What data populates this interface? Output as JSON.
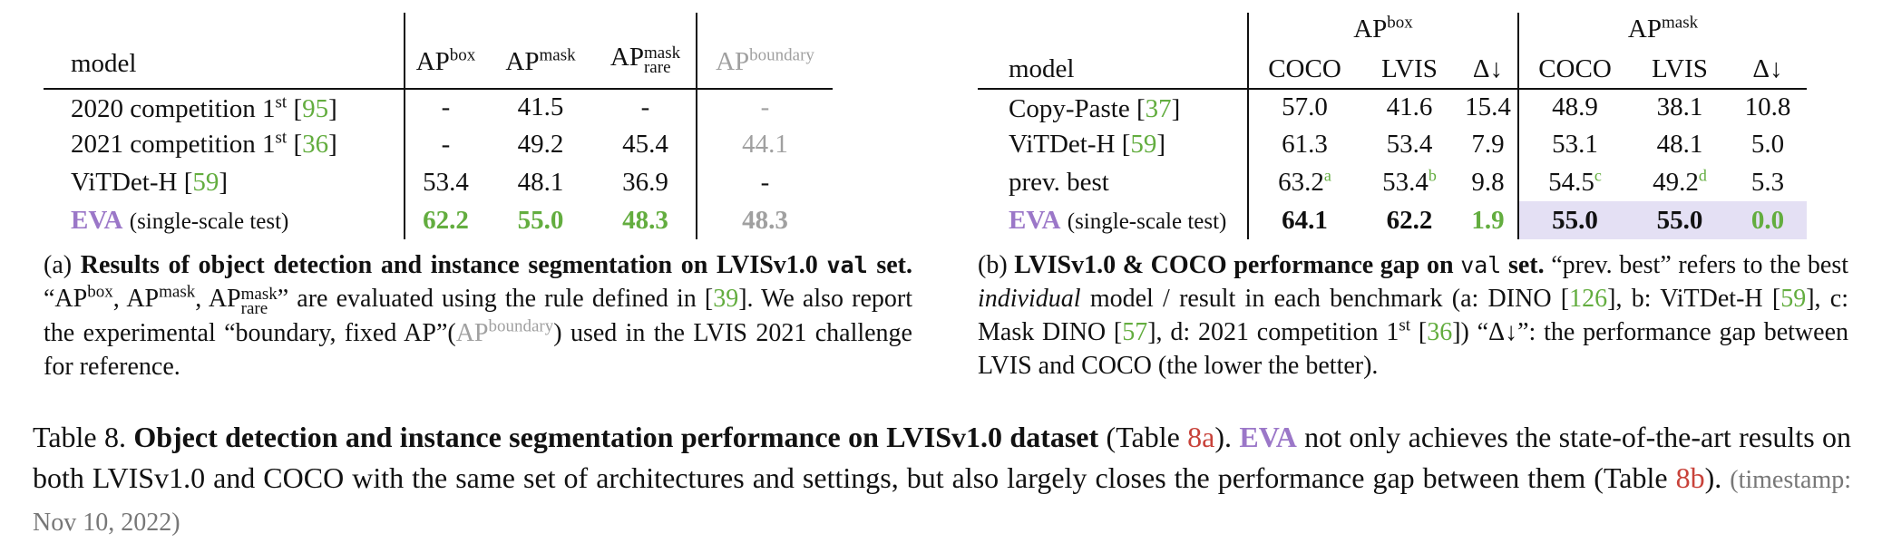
{
  "table_a": {
    "header": {
      "model": "model",
      "ap": "AP",
      "box": "box",
      "mask": "mask",
      "rare": "rare",
      "boundary": "boundary"
    },
    "rows": [
      {
        "model": "2020 competition 1",
        "sup": "st",
        "ref": "95",
        "ap_box": "-",
        "ap_mask": "41.5",
        "ap_rare": "-",
        "ap_boundary": "-"
      },
      {
        "model": "2021 competition 1",
        "sup": "st",
        "ref": "36",
        "ap_box": "-",
        "ap_mask": "49.2",
        "ap_rare": "45.4",
        "ap_boundary": "44.1"
      },
      {
        "model": "ViTDet-H",
        "sup": "",
        "ref": "59",
        "ap_box": "53.4",
        "ap_mask": "48.1",
        "ap_rare": "36.9",
        "ap_boundary": "-"
      }
    ],
    "eva": {
      "name": "EVA",
      "note": "(single-scale test)",
      "ap_box": "62.2",
      "ap_mask": "55.0",
      "ap_rare": "48.3",
      "ap_boundary": "48.3"
    },
    "caption": {
      "label": "(a)",
      "title": "Results of object detection and instance segmentation on LVISv1.0",
      "code": "val",
      "title_end": "set.",
      "t1": "“AP",
      "t2": ", AP",
      "t3": ", AP",
      "t4": "” are evaluated using the rule defined in [",
      "ref1": "39",
      "t5": "]. We also report the experimental “boundary, fixed AP”(",
      "t6": ") used in the LVIS 2021 challenge for reference."
    }
  },
  "table_b": {
    "header": {
      "model": "model",
      "ap": "AP",
      "box": "box",
      "mask": "mask",
      "coco": "COCO",
      "lvis": "LVIS",
      "delta": "Δ↓"
    },
    "rows": [
      {
        "model": "Copy-Paste",
        "ref": "37",
        "box_coco": "57.0",
        "box_coco_sup": "",
        "box_lvis": "41.6",
        "box_lvis_sup": "",
        "box_delta": "15.4",
        "mask_coco": "48.9",
        "mask_coco_sup": "",
        "mask_lvis": "38.1",
        "mask_lvis_sup": "",
        "mask_delta": "10.8"
      },
      {
        "model": "ViTDet-H",
        "ref": "59",
        "box_coco": "61.3",
        "box_coco_sup": "",
        "box_lvis": "53.4",
        "box_lvis_sup": "",
        "box_delta": "7.9",
        "mask_coco": "53.1",
        "mask_coco_sup": "",
        "mask_lvis": "48.1",
        "mask_lvis_sup": "",
        "mask_delta": "5.0"
      },
      {
        "model": "prev. best",
        "ref": "",
        "box_coco": "63.2",
        "box_coco_sup": "a",
        "box_lvis": "53.4",
        "box_lvis_sup": "b",
        "box_delta": "9.8",
        "mask_coco": "54.5",
        "mask_coco_sup": "c",
        "mask_lvis": "49.2",
        "mask_lvis_sup": "d",
        "mask_delta": "5.3"
      }
    ],
    "eva": {
      "name": "EVA",
      "note": "(single-scale test)",
      "box_coco": "64.1",
      "box_lvis": "62.2",
      "box_delta": "1.9",
      "mask_coco": "55.0",
      "mask_lvis": "55.0",
      "mask_delta": "0.0"
    },
    "caption": {
      "label": "(b)",
      "title": "LVISv1.0 & COCO performance gap on",
      "code": "val",
      "title_end": "set.",
      "t1": "“prev. best” refers to the best",
      "t2": "individual",
      "t3": "model / result in each benchmark (a: DINO [",
      "ref1": "126",
      "t4": "], b: ViTDet-H [",
      "ref2": "59",
      "t5": "], c: Mask DINO [",
      "ref3": "57",
      "t6": "], d: 2021 competition 1",
      "sup": "st",
      "t7": "[",
      "ref4": "36",
      "t8": "]) “Δ↓”: the performance gap between LVIS and COCO (the lower the better)."
    }
  },
  "table_caption": {
    "label": "Table 8.",
    "title": "Object detection and instance segmentation performance on LVISv1.0 dataset",
    "t1": "(Table",
    "ref_a": "8a",
    "t2": ").",
    "eva": "EVA",
    "t3": "not only achieves the state-of-the-art results on both LVISv1.0 and COCO with the same set of architectures and settings, but also largely closes the performance gap between them (Table",
    "ref_b": "8b",
    "t4": ").",
    "timestamp": "(timestamp: Nov 10, 2022)"
  },
  "colors": {
    "green": "#63ad3f",
    "purple": "#9b77c8",
    "red": "#c8423a",
    "grey": "#a0a0a0",
    "highlight": "#e4e0f4"
  }
}
